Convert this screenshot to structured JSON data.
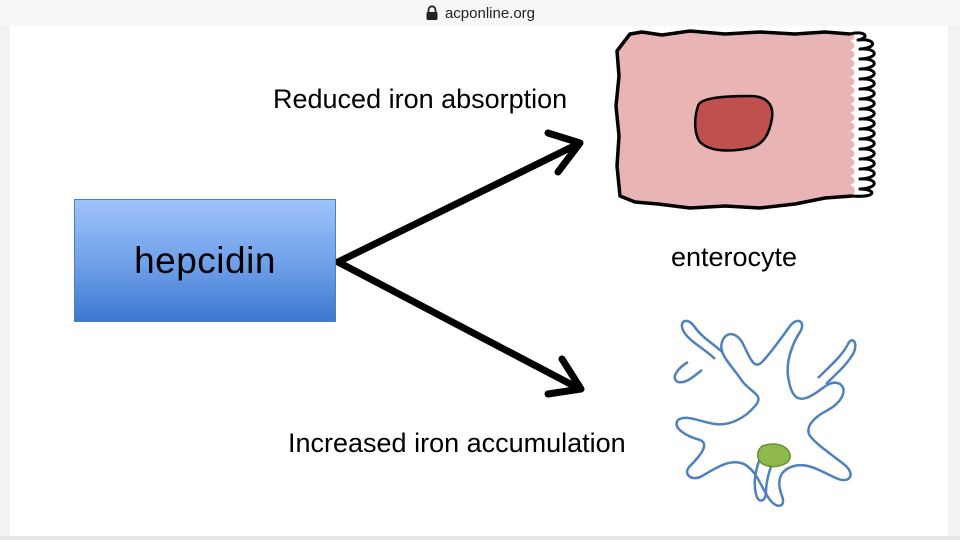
{
  "browser": {
    "url": "acponline.org",
    "lock_icon": "lock-icon"
  },
  "diagram": {
    "source_label": "hepcidin",
    "upper_label": "Reduced iron absorption",
    "lower_label": "Increased iron accumulation",
    "cell_label": "enterocyte",
    "colors": {
      "box_top": "#9ec3fb",
      "box_bottom": "#3d78cf",
      "enterocyte_fill": "#e8b4b4",
      "nucleus_fill": "#c0504d",
      "macrophage_outline": "#4f81bd",
      "macrophage_nucleus": "#8fb94b"
    }
  }
}
